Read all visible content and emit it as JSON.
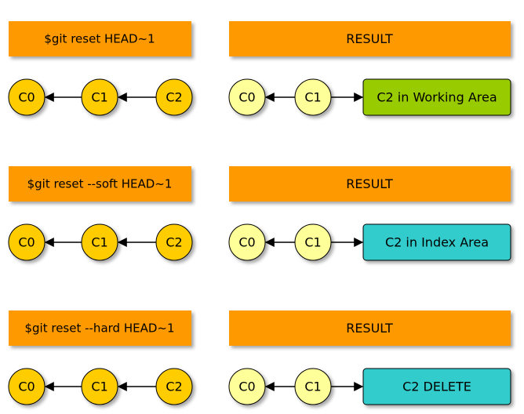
{
  "rows": [
    {
      "command": "$git reset HEAD~1",
      "result_title": "RESULT",
      "commits": [
        "C0",
        "C1",
        "C2"
      ],
      "result_commits": [
        "C0",
        "C1"
      ],
      "result_box": "C2 in Working Area",
      "result_box_color": "#99cc00"
    },
    {
      "command": "$git reset --soft HEAD~1",
      "result_title": "RESULT",
      "commits": [
        "C0",
        "C1",
        "C2"
      ],
      "result_commits": [
        "C0",
        "C1"
      ],
      "result_box": "C2 in Index Area",
      "result_box_color": "#33cccc"
    },
    {
      "command": "$git reset --hard HEAD~1",
      "result_title": "RESULT",
      "commits": [
        "C0",
        "C1",
        "C2"
      ],
      "result_commits": [
        "C0",
        "C1"
      ],
      "result_box": "C2 DELETE",
      "result_box_color": "#33cccc"
    }
  ],
  "colors": {
    "header_fill": "#ff9900",
    "commit_fill": "#ffcc00",
    "result_commit_fill": "#ffff99",
    "stroke": "#000000"
  }
}
